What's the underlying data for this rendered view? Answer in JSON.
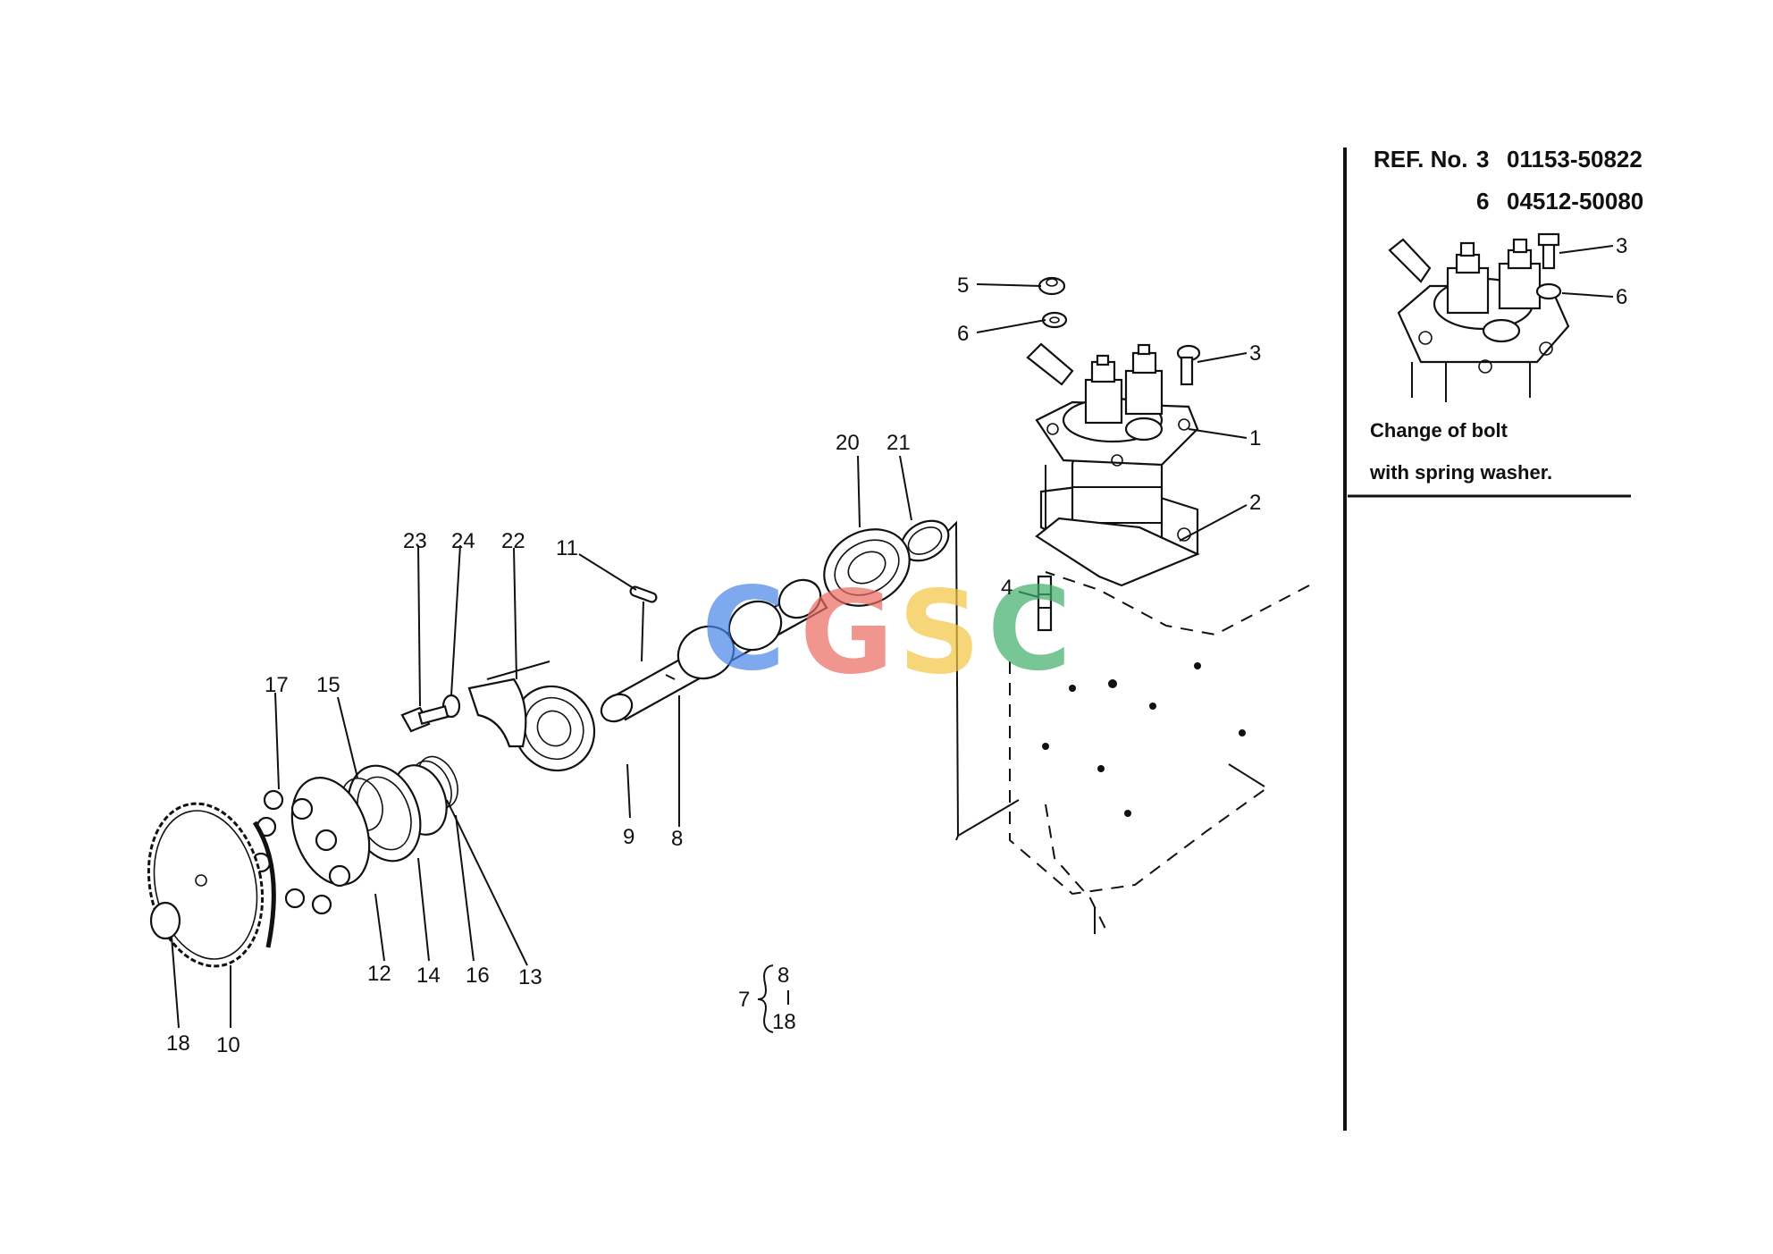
{
  "callouts": {
    "c1": "1",
    "c2": "2",
    "c3": "3",
    "c4": "4",
    "c5": "5",
    "c6": "6",
    "c7": "7",
    "c7a": "8",
    "c7b": "18",
    "c8": "8",
    "c9": "9",
    "c10": "10",
    "c11": "11",
    "c12": "12",
    "c13": "13",
    "c14": "14",
    "c15": "15",
    "c16": "16",
    "c17": "17",
    "c18": "18",
    "c20": "20",
    "c21": "21",
    "c22": "22",
    "c23": "23",
    "c24": "24"
  },
  "side_panel": {
    "ref_label": "REF. No.",
    "ref1_no": "3",
    "ref1_part": "01153-50822",
    "ref2_no": "6",
    "ref2_part": "04512-50080",
    "inset_c3": "3",
    "inset_c6": "6",
    "note_line1": "Change of bolt",
    "note_line2": "with spring washer."
  },
  "watermark": {
    "letters": [
      "C",
      "G",
      "S",
      "C"
    ],
    "colors": [
      "#4a86e8",
      "#ea6b60",
      "#f4c542",
      "#3fae6a"
    ]
  }
}
